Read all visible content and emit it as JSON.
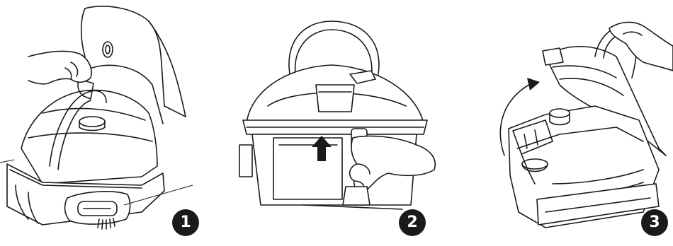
{
  "steps": [
    {
      "number": "1"
    },
    {
      "number": "2"
    },
    {
      "number": "3"
    }
  ],
  "colors": {
    "line": "#1a1a1a",
    "background": "#ffffff",
    "badge": "#1a1a1a",
    "badge_text": "#ffffff"
  },
  "icons": [
    "hand-icon",
    "up-arrow-icon",
    "curved-arrow-icon"
  ]
}
